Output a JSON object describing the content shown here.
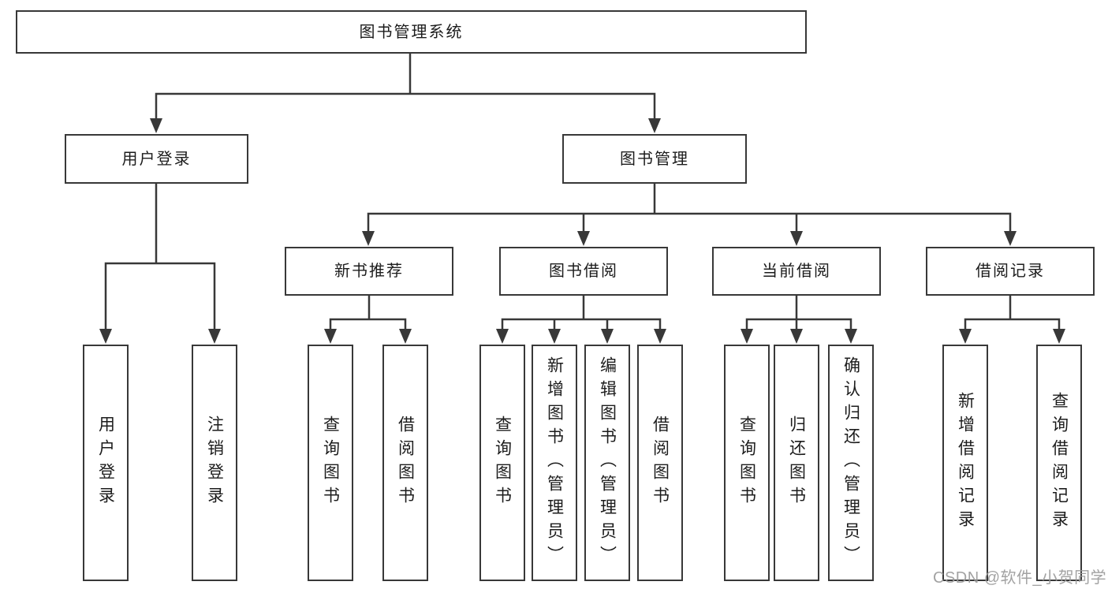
{
  "diagram": {
    "colors": {
      "line": "#383838",
      "box_border": "#383838",
      "text": "#1c1c1c",
      "background": "#ffffff",
      "watermark": "#9b9b9b"
    },
    "nodes": {
      "root": {
        "label": "图书管理系统"
      },
      "level2": [
        {
          "id": "user-login",
          "label": "用户登录"
        },
        {
          "id": "book-management",
          "label": "图书管理"
        }
      ],
      "level3": [
        {
          "id": "new-book-recommend",
          "parent": "book-management",
          "label": "新书推荐"
        },
        {
          "id": "book-borrow",
          "parent": "book-management",
          "label": "图书借阅"
        },
        {
          "id": "current-borrow",
          "parent": "book-management",
          "label": "当前借阅"
        },
        {
          "id": "borrow-records",
          "parent": "book-management",
          "label": "借阅记录"
        }
      ],
      "leaves": [
        {
          "parent": "user-login",
          "label": "用户登录"
        },
        {
          "parent": "user-login",
          "label": "注销登录"
        },
        {
          "parent": "new-book-recommend",
          "label": "查询图书"
        },
        {
          "parent": "new-book-recommend",
          "label": "借阅图书"
        },
        {
          "parent": "book-borrow",
          "label": "查询图书"
        },
        {
          "parent": "book-borrow",
          "label": "新增图书（管理员）"
        },
        {
          "parent": "book-borrow",
          "label": "编辑图书（管理员）"
        },
        {
          "parent": "book-borrow",
          "label": "借阅图书"
        },
        {
          "parent": "current-borrow",
          "label": "查询图书"
        },
        {
          "parent": "current-borrow",
          "label": "归还图书"
        },
        {
          "parent": "current-borrow",
          "label": "确认归还（管理员）"
        },
        {
          "parent": "borrow-records",
          "label": "新增借阅记录"
        },
        {
          "parent": "borrow-records",
          "label": "查询借阅记录"
        }
      ]
    }
  },
  "watermark": {
    "text": "CSDN @软件_小贺同学"
  }
}
